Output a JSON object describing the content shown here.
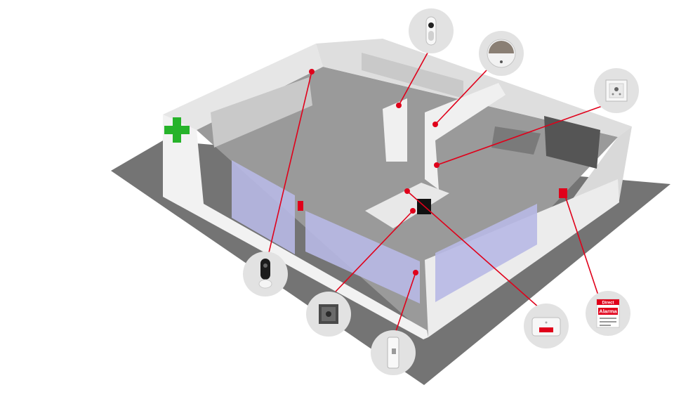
{
  "colors": {
    "background": "#ffffff",
    "ground": "#747474",
    "floor": "#9a9a9a",
    "wall": "#f2f2f2",
    "wall_shade": "#d9d9d9",
    "window_glass": "#b8b9e6",
    "shelving": "#c9c9c9",
    "leader_line": "#e0001a",
    "device_bg": "#e2e2e2",
    "pharmacy_cross": "#26b32a"
  },
  "devices": [
    {
      "id": "pir-camera-detector",
      "icon": "pir-camera-icon"
    },
    {
      "id": "ceiling-siren",
      "icon": "ceiling-siren-icon"
    },
    {
      "id": "wall-keypad",
      "icon": "wall-keypad-icon"
    },
    {
      "id": "indoor-camera",
      "icon": "indoor-camera-icon"
    },
    {
      "id": "control-keypad",
      "icon": "control-keypad-icon"
    },
    {
      "id": "door-contact",
      "icon": "door-contact-icon"
    },
    {
      "id": "alarm-hub",
      "icon": "alarm-hub-icon"
    },
    {
      "id": "alarm-sign",
      "icon": "alarm-sign-icon"
    }
  ],
  "alarm_sign": {
    "brand": "Direct",
    "title": "Alarma"
  }
}
